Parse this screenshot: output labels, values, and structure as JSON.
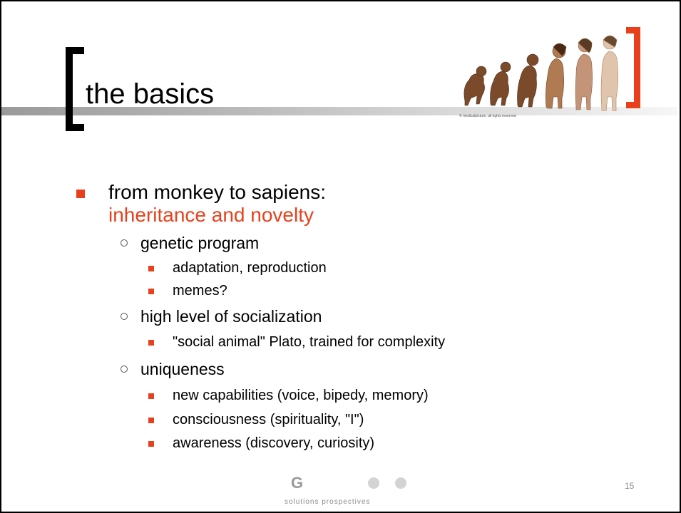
{
  "slide": {
    "title": "the basics",
    "image_caption": "© medicalpicture, all rights reserved",
    "bullets": [
      {
        "text": "from monkey to sapiens:",
        "highlight": "inheritance and novelty",
        "children": [
          {
            "text": "genetic program",
            "children": [
              "adaptation, reproduction",
              "memes?"
            ]
          },
          {
            "text": "high level of socialization",
            "children": [
              "\"social animal\" Plato, trained for complexity"
            ]
          },
          {
            "text": "uniqueness",
            "children": [
              "new capabilities (voice, bipedy, memory)",
              "consciousness (spirituality, \"I\")",
              "awareness (discovery, curiosity)"
            ]
          }
        ]
      }
    ],
    "footer": {
      "logo_letter": "G",
      "logo_tagline": "solutions prospectives",
      "page_number": "15"
    }
  },
  "colors": {
    "accent": "#e8401c",
    "text": "#000000",
    "footer_gray": "#8a8a8a"
  },
  "icons": {
    "level1_marker": "square-bullet-icon",
    "level2_marker": "hollow-circle-bullet-icon",
    "level3_marker": "small-square-bullet-icon",
    "image": "evolution-of-man-illustration"
  }
}
